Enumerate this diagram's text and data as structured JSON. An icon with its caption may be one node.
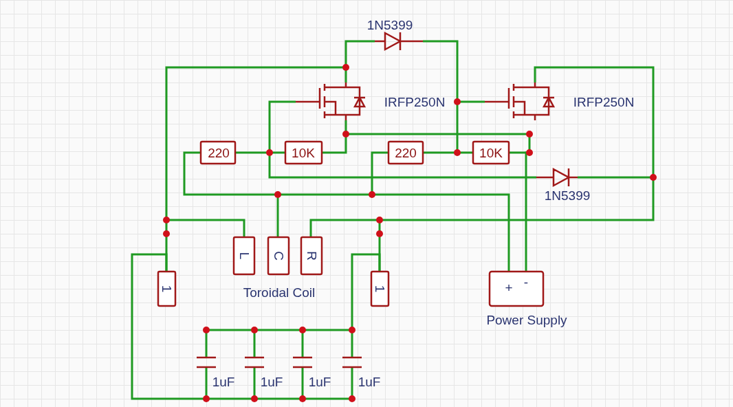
{
  "diagram": {
    "labels": [
      "1N5399",
      "IRFP250N",
      "IRFP250N",
      "220",
      "10K",
      "220",
      "10K",
      "1N5399",
      "L",
      "C",
      "R",
      "1",
      "1",
      "Toroidal Coil",
      "+",
      "-",
      "Power Supply",
      "1uF",
      "1uF",
      "1uF",
      "1uF"
    ]
  }
}
